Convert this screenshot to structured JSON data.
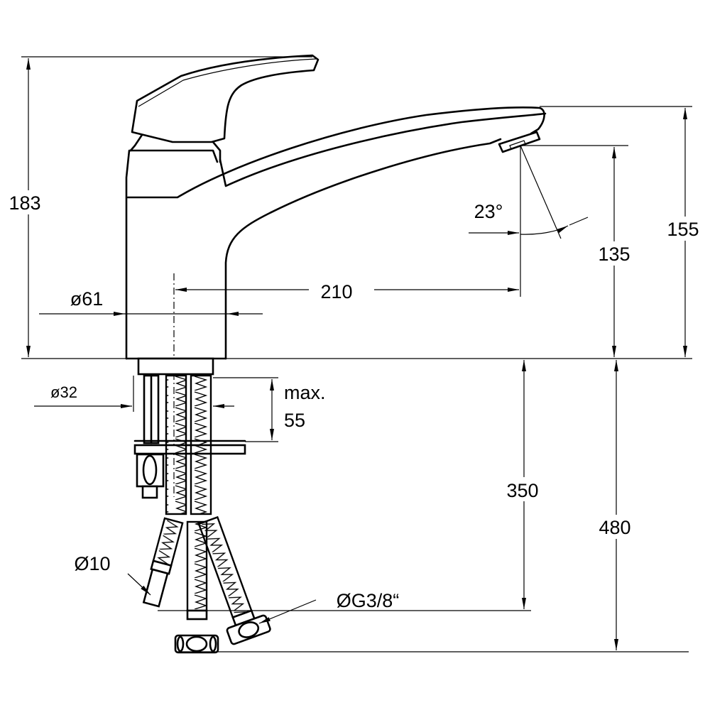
{
  "drawing": {
    "title": "Single-lever kitchen mixer dimension drawing",
    "dimensions": {
      "total_height": "183",
      "spout_height": "155",
      "outlet_clearance": "135",
      "spray_angle": "23°",
      "spout_reach": "210",
      "body_diameter": "ø61",
      "shank_diameter": "ø32",
      "max_thickness_line1": "max.",
      "max_thickness_line2": "55",
      "hose_length_short": "350",
      "hose_length_long": "480",
      "hose_diameter": "Ø10",
      "connection_thread": "ØG3/8“"
    },
    "colors": {
      "line": "#000000",
      "background": "#ffffff"
    }
  }
}
